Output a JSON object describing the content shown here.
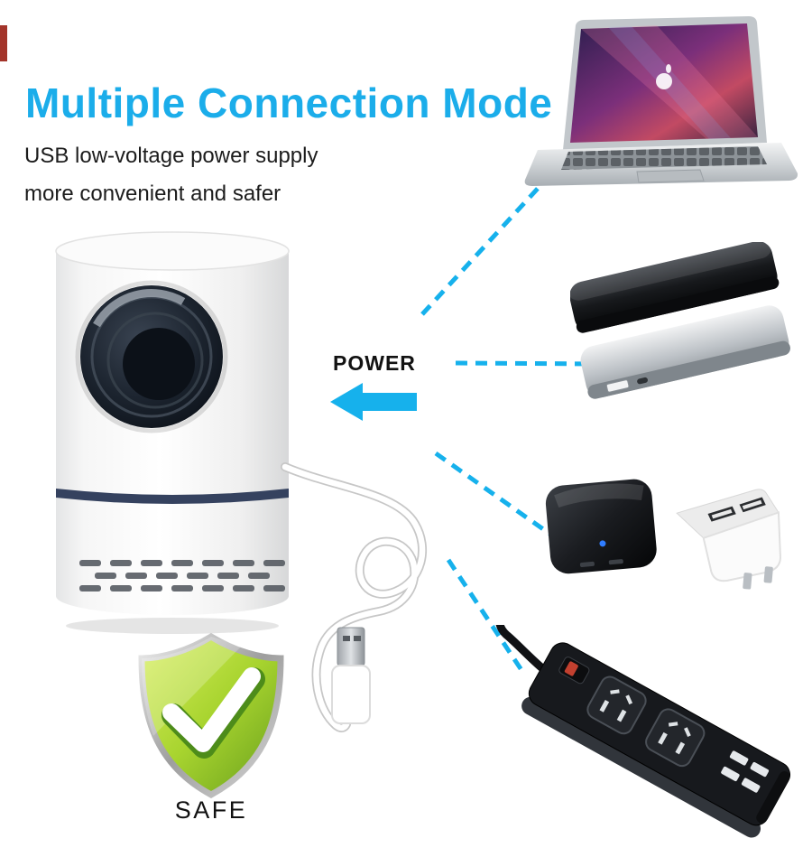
{
  "page": {
    "title": "Multiple Connection Mode",
    "subtitle_line1": "USB low-voltage power supply",
    "subtitle_line2": "more convenient and safer",
    "power_label": "POWER",
    "safe_label": "SAFE"
  },
  "colors": {
    "accent_cyan": "#16b1ec",
    "title_text": "#1badea",
    "body_text": "#1c1c1c",
    "shield_lime": "#a8d42f",
    "background": "#ffffff"
  },
  "icons": {
    "product": "mosquito-killer-lamp",
    "cable": "usb-cable-plug",
    "arrow": "left-arrow",
    "connectors": "dashed-connector-lines",
    "targets": [
      "laptop",
      "power-bank",
      "usb-wall-chargers",
      "usb-power-strip"
    ],
    "badge": "safety-shield-check"
  }
}
